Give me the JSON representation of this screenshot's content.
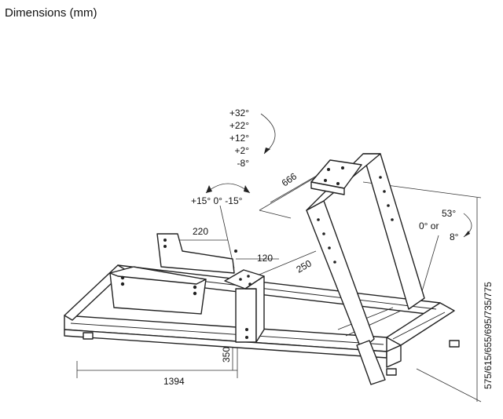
{
  "title": "Dimensions (mm)",
  "labels": {
    "wheel_tilt_angles": [
      "+32°",
      "+22°",
      "+12°",
      "+2°",
      "-8°"
    ],
    "wheel_mount_size": "666",
    "pedal_tilt": "+15° 0° -15°",
    "seat_width": "220",
    "pedal_plate": "120",
    "pedal_offset": "250",
    "upright_angle_top": "53°",
    "upright_angle_zero": "0° or",
    "upright_angle_bottom": "8°",
    "height_range": "575/615/655/695/735/775",
    "length": "1394",
    "base_height": "350"
  }
}
